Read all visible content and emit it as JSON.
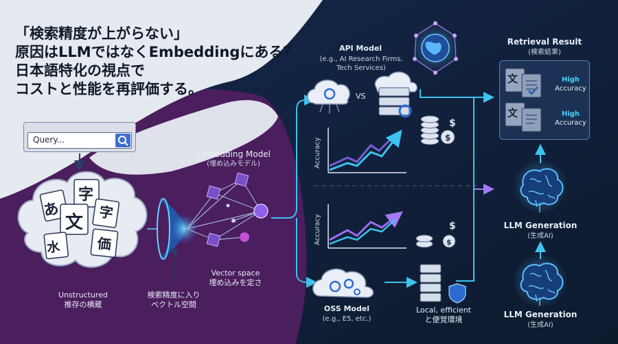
{
  "headline": {
    "line1": "「検索精度が上がらない」",
    "line2": "原因はLLMではなくEmbeddingにある？",
    "line3": "日本語特化の視点で",
    "line4": "コストと性能を再評価する。"
  },
  "query": {
    "text": "Query..."
  },
  "documents": {
    "chars": [
      "字",
      "あ",
      "文",
      "字",
      "水",
      "価"
    ],
    "caption_en": "Unstructured",
    "caption_ja": "推存の横蔵"
  },
  "embedding": {
    "title_en": "Embedding Model",
    "title_ja": "(埋め込みモデル)",
    "funnel_caption_1": "検索精度に入り",
    "funnel_caption_2": "ベクトル空間",
    "vector_caption_1": "Vector space",
    "vector_caption_2": "埋め込みを定さ"
  },
  "api": {
    "title": "API Model",
    "desc_1": "(e.g., AI Research Firms,",
    "desc_2": "Tech Services)",
    "vs": "VS",
    "chart_ylabel": "Accuracy"
  },
  "oss": {
    "title": "OSS Model",
    "desc": "(e.g., E5, etc.)",
    "chart_ylabel": "Accuracy",
    "local_1": "Local, efficient",
    "local_2": "と便覚環境"
  },
  "retrieval": {
    "title": "Retrieval Result",
    "subtitle": "(検索結果)",
    "doc_char": "文",
    "row1_line1": "High",
    "row1_line2": "Accuracy",
    "row2_line1": "High",
    "row2_line2": "Accuracy"
  },
  "llm_upper": {
    "title": "LLM Generation",
    "subtitle": "(生成AI)"
  },
  "llm_lower": {
    "title": "LLM Generation",
    "subtitle": "(生成AI)"
  },
  "colors": {
    "background": "#0f1d33",
    "light_bg": "#e6eaf1",
    "purple": "#4a1d5c",
    "cyan": "#2fb7e6",
    "violet": "#9b6cf0",
    "brain": "#3fa5ff"
  },
  "icons": [
    "search-icon",
    "document-icon",
    "cloud-gear-icon",
    "server-icon",
    "globe-network-icon",
    "coins-icon",
    "brain-icon",
    "shield-icon"
  ]
}
